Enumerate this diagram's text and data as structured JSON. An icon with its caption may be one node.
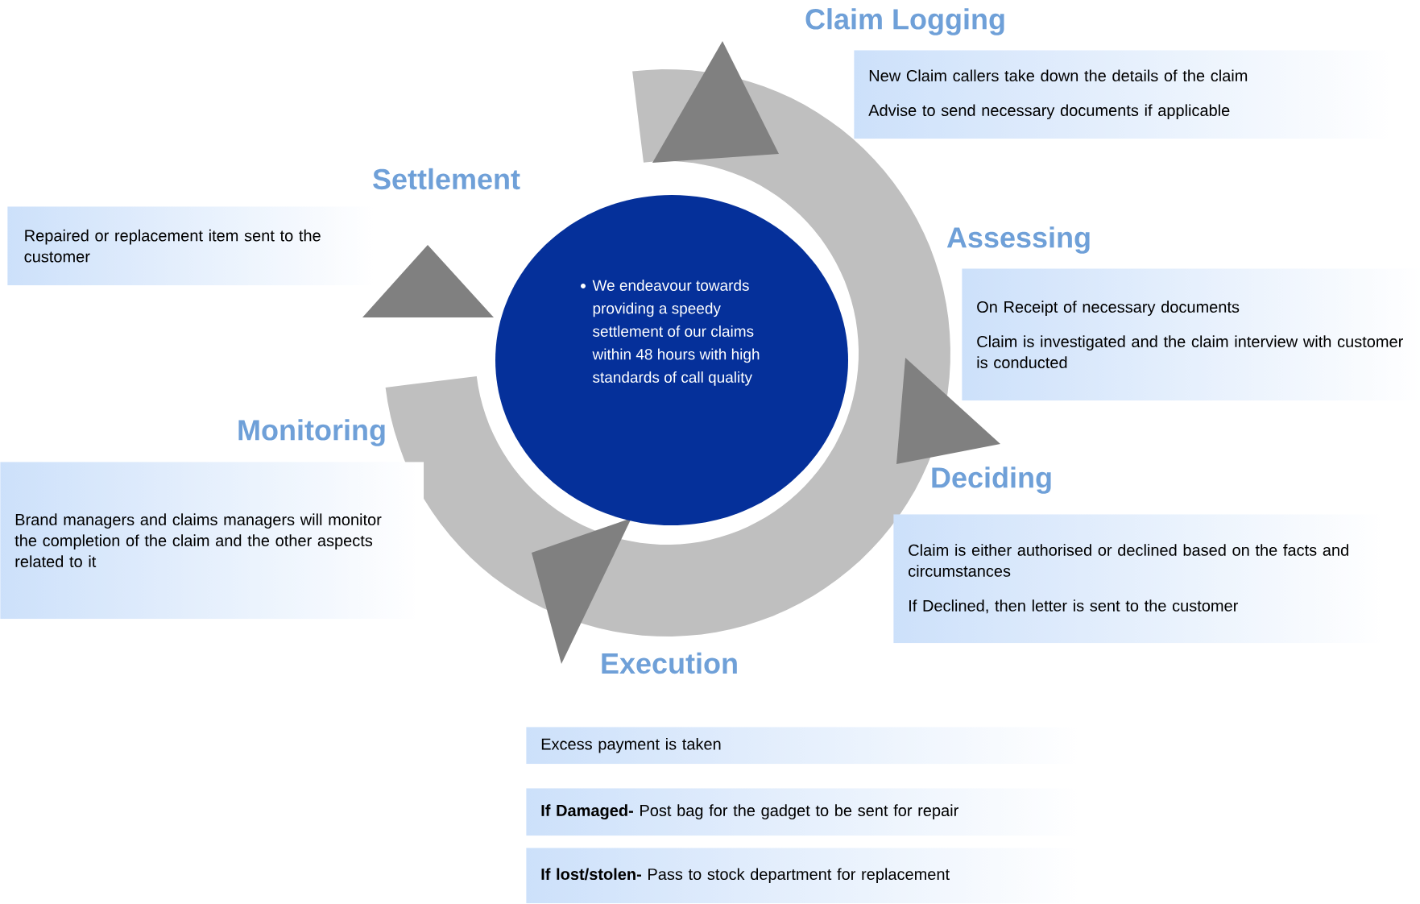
{
  "diagram": {
    "nodes": [
      {
        "text": [
          "Claim Logging",
          "New Claim callers take down the details of the claim",
          "Advise to send necessary documents if applicable"
        ]
      },
      {
        "text": [
          "Settlement",
          "Repaired or replacement item sent to the customer"
        ]
      },
      {
        "text": [
          "Assessing",
          "On Receipt of necessary documents",
          "Claim is investigated and the claim interview with customer is  conducted"
        ]
      },
      {
        "text": [
          "We endeavour towards providing a speedy settlement of our claims within 48 hours with high standards of call quality"
        ]
      },
      {
        "text": [
          "Monitoring",
          "Brand managers and claims managers will monitor the completion of the claim and the other aspects related to it"
        ]
      },
      {
        "text": [
          "Deciding",
          "Claim is either authorised or declined based on the facts and circumstances",
          "If Declined, then letter is sent to the customer"
        ]
      },
      {
        "text": [
          "Execution",
          "Excess payment is taken"
        ]
      },
      {
        "text": [
          "**If Damaged-** Post bag for the gadget to be sent for repair"
        ]
      },
      {
        "text": [
          "**If lost/stolen-**  Pass to stock department for replacement"
        ]
      }
    ]
  }
}
